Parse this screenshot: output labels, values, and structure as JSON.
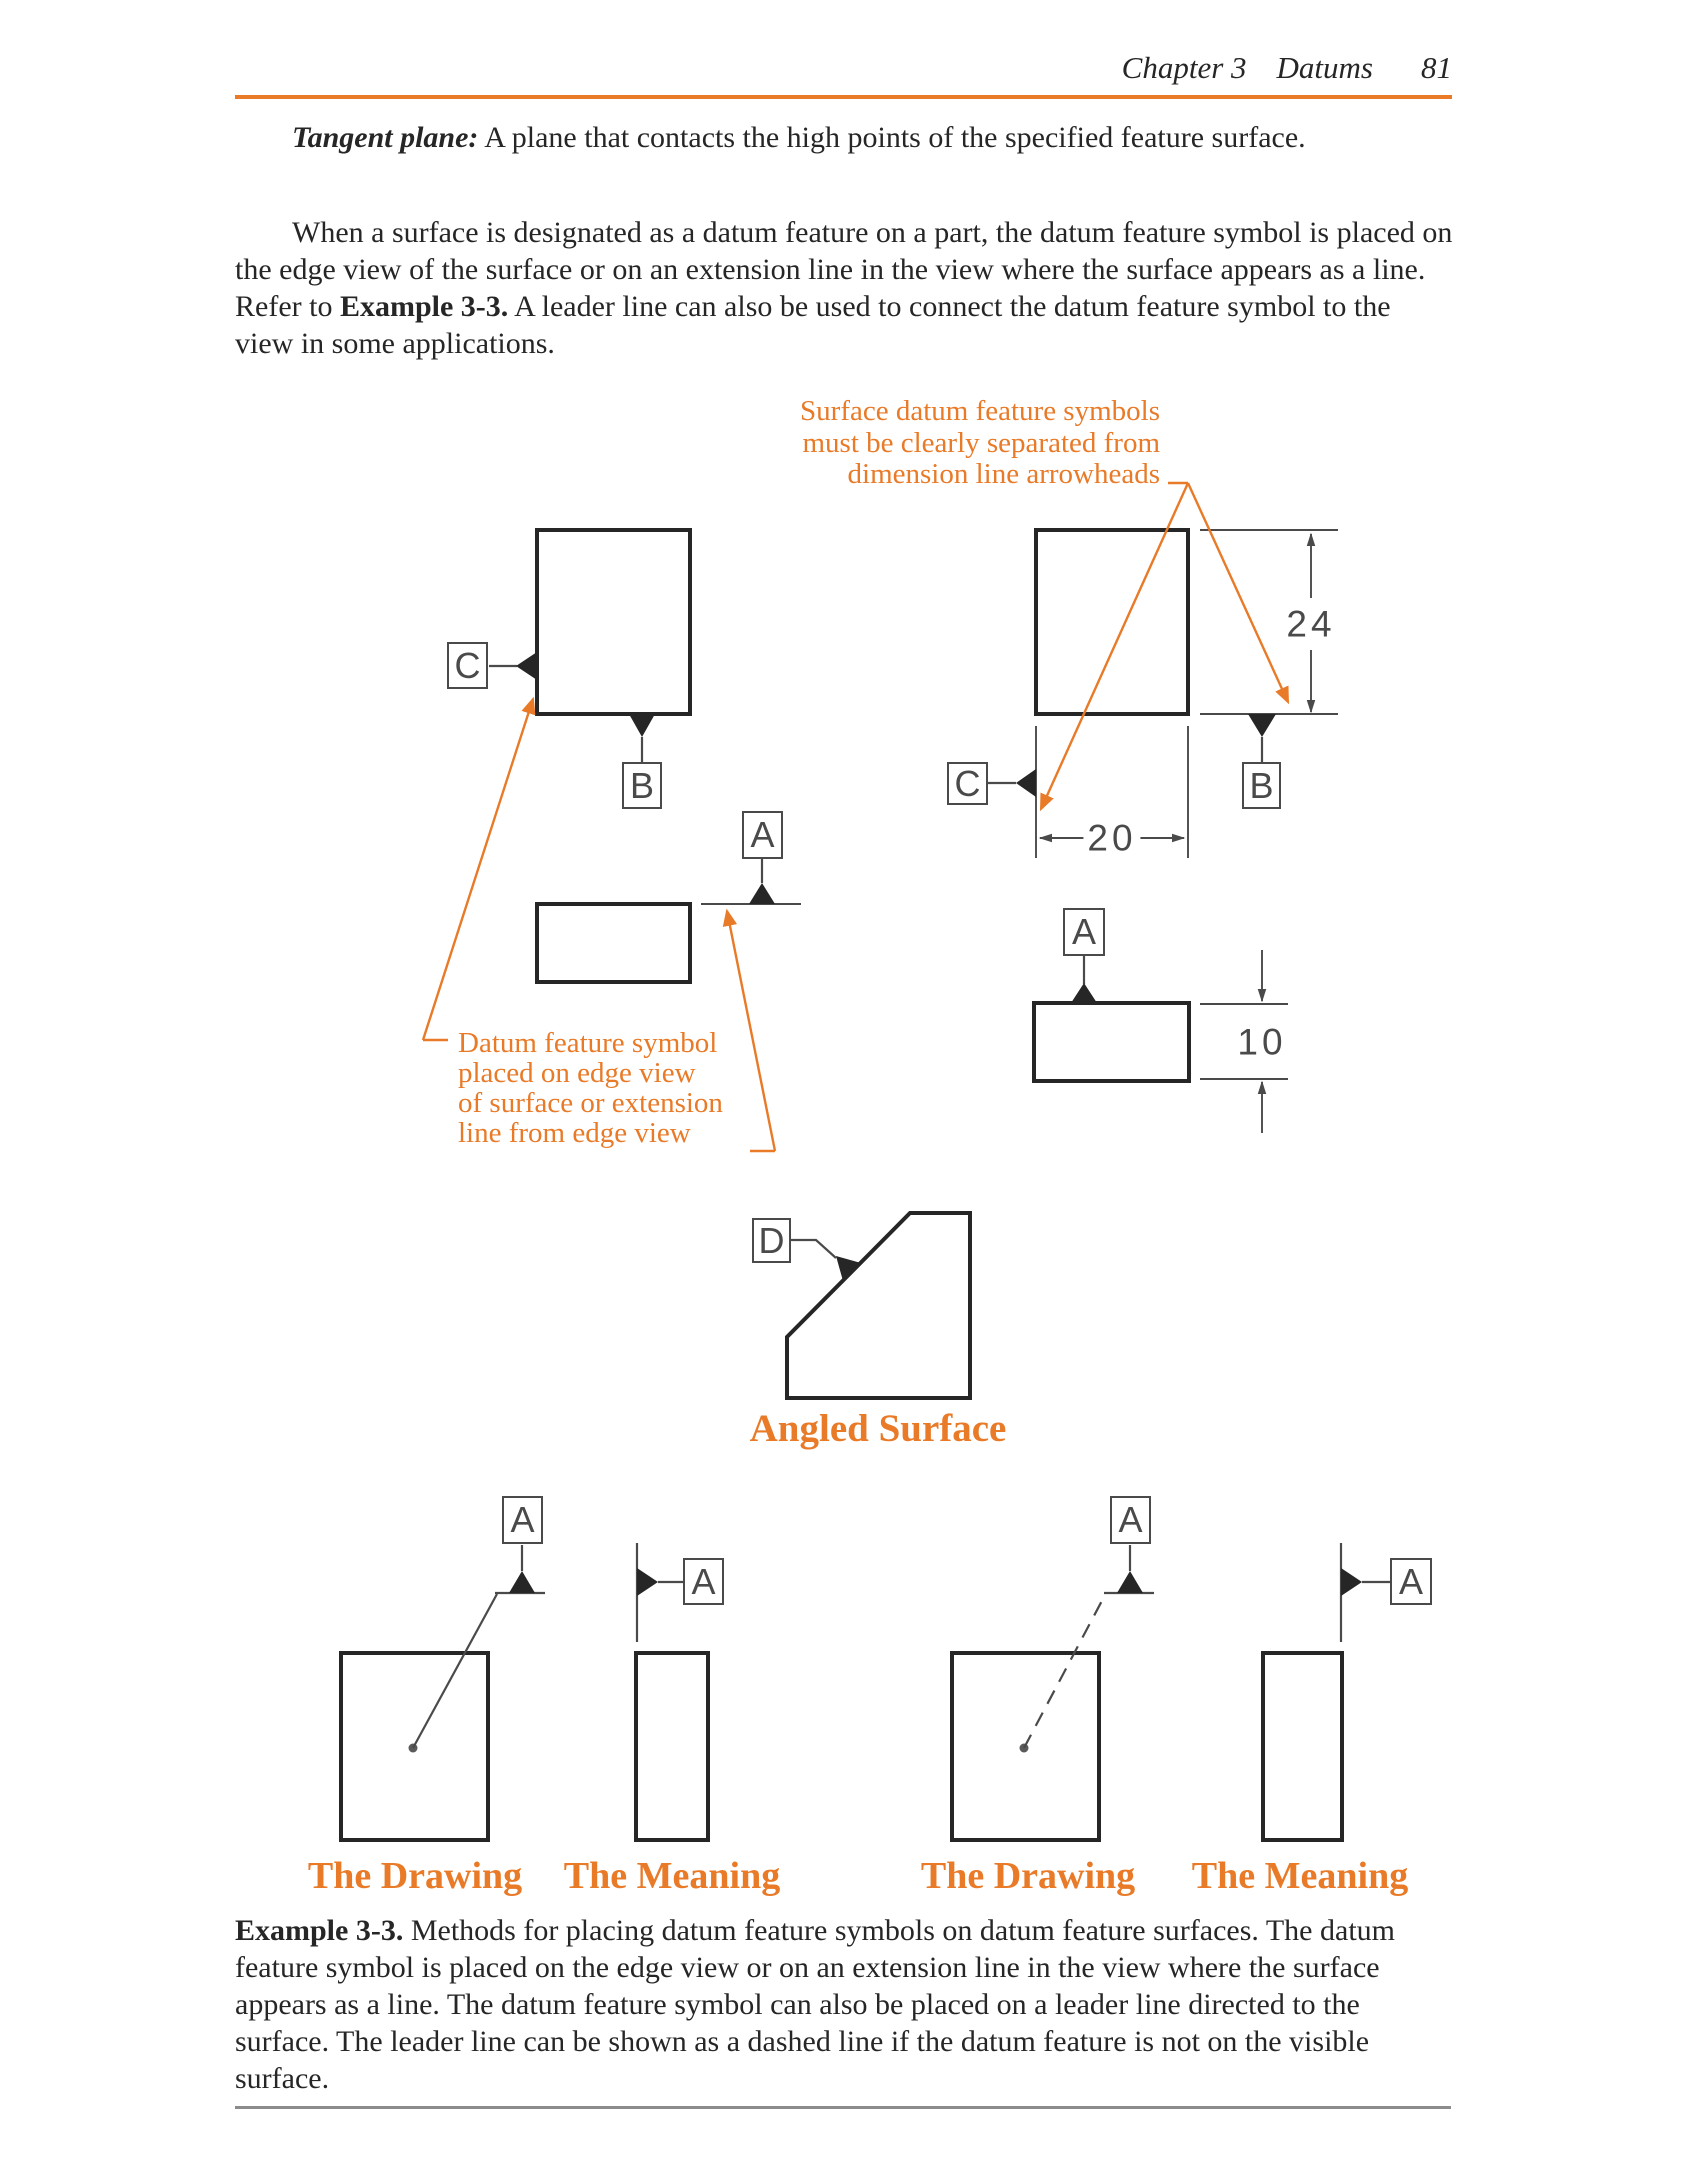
{
  "header": {
    "chapter": "Chapter 3",
    "section": "Datums",
    "page_number": "81"
  },
  "paragraphs": {
    "p1": {
      "lead": "Tangent plane:",
      "rest": " A plane that contacts the high points of the specified feature surface."
    },
    "p2": {
      "before": "When a surface is designated as a datum feature on a part, the datum feature symbol is placed on the edge view of the surface or on an extension line in the view where the surface appears as a line. Refer to ",
      "bold": "Example 3-3.",
      "after": " A leader line can also be used to connect the datum feature symbol to the view in some applications."
    }
  },
  "figure": {
    "annotation_top": {
      "line1": "Surface datum feature symbols",
      "line2": "must be clearly separated from",
      "line3": "dimension line arrowheads"
    },
    "annotation_left": {
      "line1": "Datum feature symbol",
      "line2": "placed on edge view",
      "line3": "of surface or extension",
      "line4": "line from edge view"
    },
    "letters": {
      "a": "A",
      "b": "B",
      "c": "C",
      "d": "D"
    },
    "dimensions": {
      "height": "24",
      "width": "20",
      "thickness": "10"
    },
    "angled_label": "Angled Surface",
    "pair_labels": {
      "drawing": "The Drawing",
      "meaning": "The Meaning"
    }
  },
  "caption": {
    "lead": "Example 3-3.",
    "rest": " Methods for placing datum feature symbols on datum feature surfaces. The datum feature symbol is placed on the edge view or on an extension line in the view where the surface appears as a line. The datum feature symbol can also be placed on a leader line directed to the surface. The leader line can be shown as a dashed line if the datum feature is not on the visible surface."
  },
  "colors": {
    "accent": "#e87a28",
    "ink": "#262626",
    "line_gray": "#4a4a4a",
    "rule_gray": "#8c8c8c"
  }
}
